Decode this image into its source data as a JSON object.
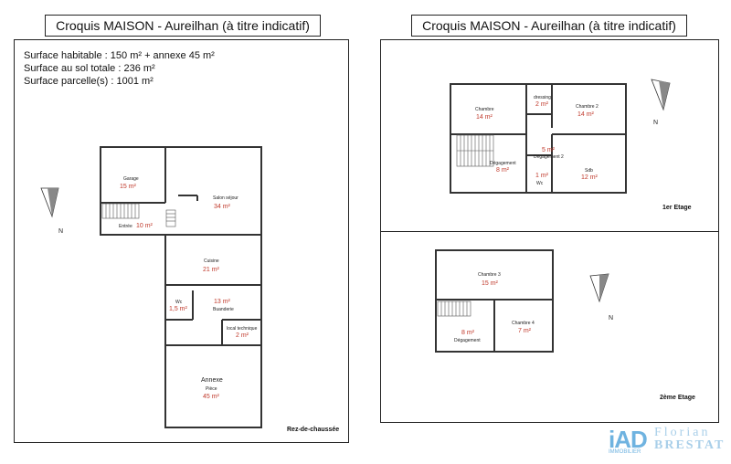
{
  "left_panel": {
    "title": "Croquis MAISON - Aureilhan (à titre indicatif)",
    "info_lines": [
      "Surface habitable : 150 m² + annexe 45 m²",
      "Surface au sol totale : 236 m²",
      "Surface parcelle(s) : 1001 m²"
    ],
    "floor_label": "Rez-de-chaussée",
    "compass_n": "N",
    "rooms": {
      "garage": {
        "name": "Garage",
        "area": "15 m²"
      },
      "salon": {
        "name": "Salon séjour",
        "area": "34 m²"
      },
      "entree": {
        "name": "Entrée",
        "area": "10 m²"
      },
      "cuisine": {
        "name": "Cuisine",
        "area": "21 m²"
      },
      "wc": {
        "name": "Wc",
        "area": "1,5 m²"
      },
      "buanderie": {
        "name": "Buanderie",
        "area": "13 m²"
      },
      "local": {
        "name": "local technique",
        "area": "2 m²"
      },
      "annexe": {
        "name": "Annexe",
        "sub": "Pièce",
        "area": "45 m²"
      }
    }
  },
  "right_panel": {
    "title": "Croquis MAISON - Aureilhan (à titre indicatif)",
    "floor1_label": "1er Etage",
    "floor2_label": "2ème Etage",
    "compass_n": "N",
    "compass_n2": "N",
    "floor1_rooms": {
      "chambre": {
        "name": "Chambre",
        "area": "14 m²"
      },
      "dressing": {
        "name": "dressing",
        "area": "2 m²"
      },
      "chambre2": {
        "name": "Chambre 2",
        "area": "14 m²"
      },
      "degagement2": {
        "name": "Dégagement 2",
        "area": "5 m²"
      },
      "degagement": {
        "name": "Dégagement",
        "area": "8 m²"
      },
      "wc": {
        "name": "Wc",
        "area": "1 m²"
      },
      "sdb": {
        "name": "Sdb",
        "area": "12 m²"
      }
    },
    "floor2_rooms": {
      "chambre3": {
        "name": "Chambre 3",
        "area": "15 m²"
      },
      "degagement": {
        "name": "Dégagement",
        "area": "8 m²"
      },
      "chambre4": {
        "name": "Chambre 4",
        "area": "7 m²"
      }
    }
  },
  "logo": {
    "brand": "iAD",
    "name_first": "Florian",
    "name_last": "BRESTAT",
    "tagline": "IMMOBILIER"
  }
}
